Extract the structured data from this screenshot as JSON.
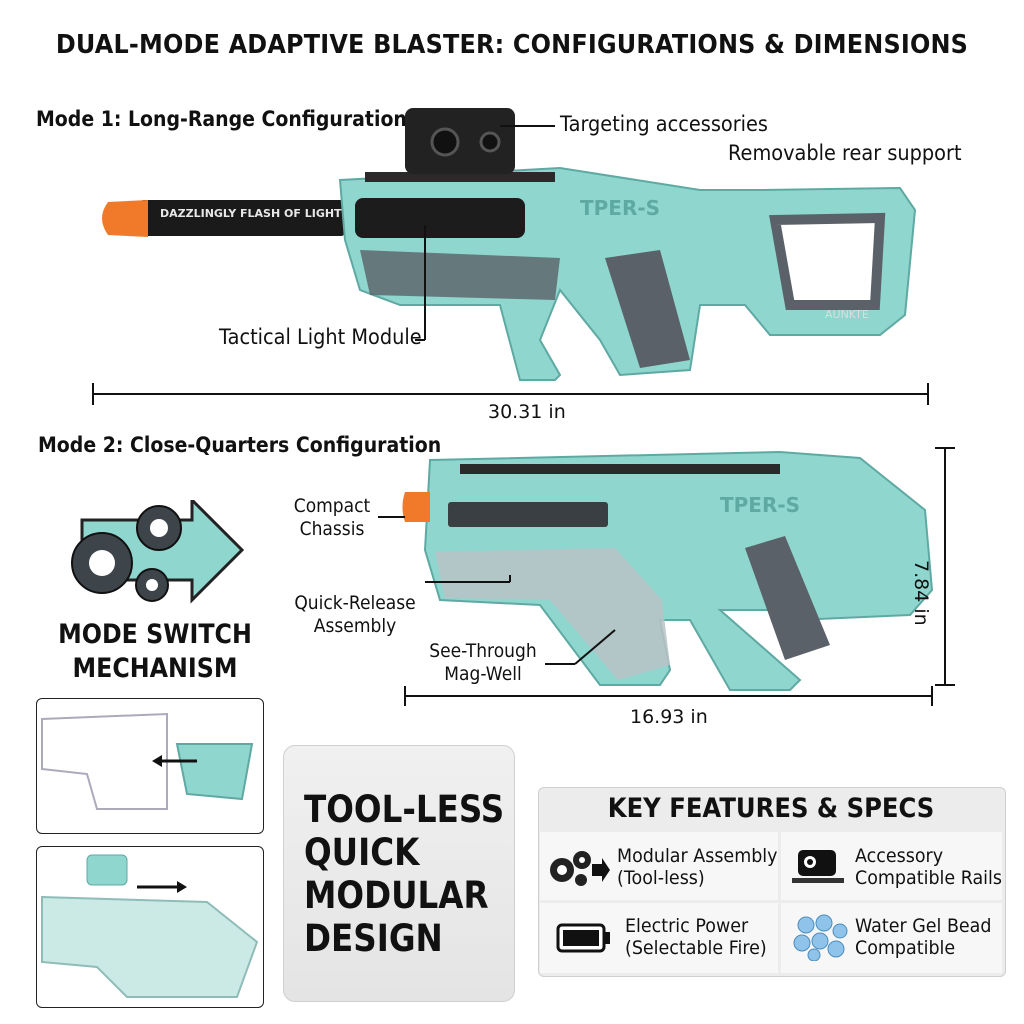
{
  "title": "DUAL-MODE ADAPTIVE BLASTER: CONFIGURATIONS & DIMENSIONS",
  "colors": {
    "teal": "#8fd6cf",
    "teal_dark": "#5fa9a3",
    "grey": "#5a6168",
    "orange": "#f07a2a",
    "black": "#1a1a1a"
  },
  "mode1": {
    "label": "Mode 1: Long-Range Configuration",
    "callouts": {
      "targeting": "Targeting accessories",
      "rear_support": "Removable rear support",
      "light_module": "Tactical Light Module"
    },
    "barrel_text": "DAZZLINGLY FLASH OF LIGHT",
    "length": "30.31 in"
  },
  "mode2": {
    "label": "Mode 2: Close-Quarters Configuration",
    "callouts": {
      "compact_chassis": [
        "Compact",
        "Chassis"
      ],
      "quick_release": [
        "Quick-Release",
        "Assembly"
      ],
      "mag_well": [
        "See-Through",
        "Mag-Well"
      ]
    },
    "body_text": "TPER-S",
    "length": "16.93 in",
    "height": "7.84 in"
  },
  "mode_switch": {
    "icon": "gears-arrow-icon",
    "lines": [
      "MODE SWITCH",
      "MECHANISM"
    ]
  },
  "toolless": {
    "lines": [
      "TOOL-LESS",
      "QUICK",
      "MODULAR",
      "DESIGN"
    ]
  },
  "features": {
    "title": "KEY FEATURES & SPECS",
    "items": [
      {
        "icon": "gears-icon",
        "lines": [
          "Modular Assembly",
          "(Tool-less)"
        ]
      },
      {
        "icon": "red-dot-sight-icon",
        "lines": [
          "Accessory",
          "Compatible Rails"
        ]
      },
      {
        "icon": "battery-icon",
        "lines": [
          "Electric Power",
          "(Selectable Fire)"
        ]
      },
      {
        "icon": "gel-beads-icon",
        "lines": [
          "Water Gel Bead",
          "Compatible"
        ]
      }
    ]
  }
}
